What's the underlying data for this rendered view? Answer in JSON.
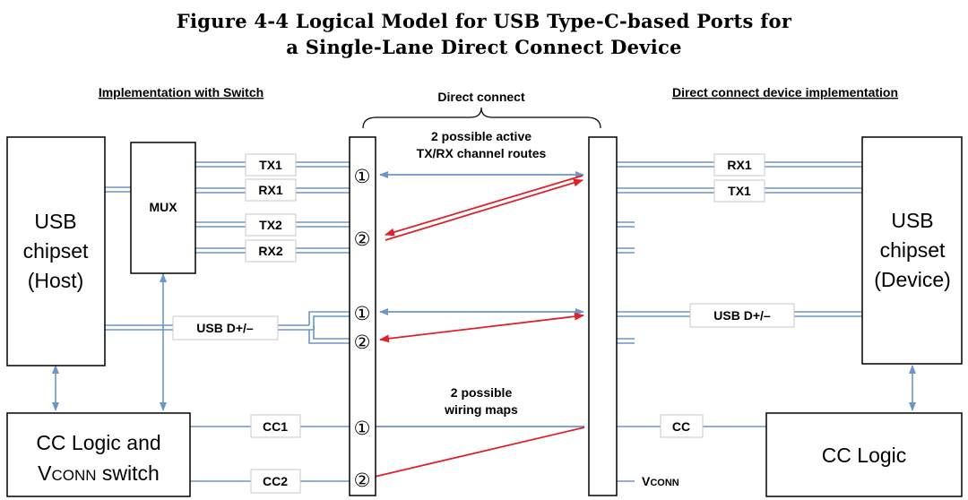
{
  "figure": {
    "title_line1": "Figure 4-4  Logical Model for USB Type-C-based Ports for",
    "title_line2": "a Single-Lane Direct Connect Device"
  },
  "headers": {
    "left": "Implementation with Switch",
    "center": "Direct connect",
    "right": "Direct connect device implementation"
  },
  "annotations": {
    "routes_line1": "2 possible active",
    "routes_line2": "TX/RX channel routes",
    "maps_line1": "2 possible",
    "maps_line2": "wiring maps"
  },
  "host": {
    "chipset_line1": "USB",
    "chipset_line2": "chipset",
    "chipset_line3": "(Host)",
    "mux": "MUX",
    "cc_line1": "CC Logic and",
    "cc_line2_v": "V",
    "cc_line2_sub": "CONN",
    "cc_line2_rest": " switch"
  },
  "host_signals": {
    "tx1": "TX1",
    "rx1": "RX1",
    "tx2": "TX2",
    "rx2": "RX2",
    "usb": "USB D+/–",
    "cc1": "CC1",
    "cc2": "CC2"
  },
  "pins": [
    "①",
    "②",
    "①",
    "②",
    "①",
    "②"
  ],
  "device": {
    "chipset_line1": "USB",
    "chipset_line2": "chipset",
    "chipset_line3": "(Device)",
    "cc": "CC Logic"
  },
  "device_signals": {
    "rx1": "RX1",
    "tx1": "TX1",
    "usb": "USB D+/–",
    "cc": "CC",
    "vconn_v": "V",
    "vconn_sub": "CONN"
  },
  "colors": {
    "blue": "#6b97c7",
    "red": "#e0202a",
    "box": "#000000",
    "label_border": "#c8c8c8"
  }
}
